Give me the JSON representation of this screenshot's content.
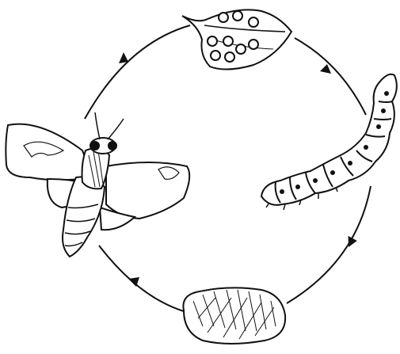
{
  "diagram": {
    "stages": [
      {
        "id": "eggs",
        "icon": "eggs-on-leaf-icon"
      },
      {
        "id": "larva",
        "icon": "caterpillar-icon"
      },
      {
        "id": "pupa",
        "icon": "cocoon-icon"
      },
      {
        "id": "adult",
        "icon": "moth-icon"
      }
    ],
    "cycle_direction": "clockwise",
    "colors": {
      "ink": "#111111",
      "background": "#ffffff"
    }
  }
}
